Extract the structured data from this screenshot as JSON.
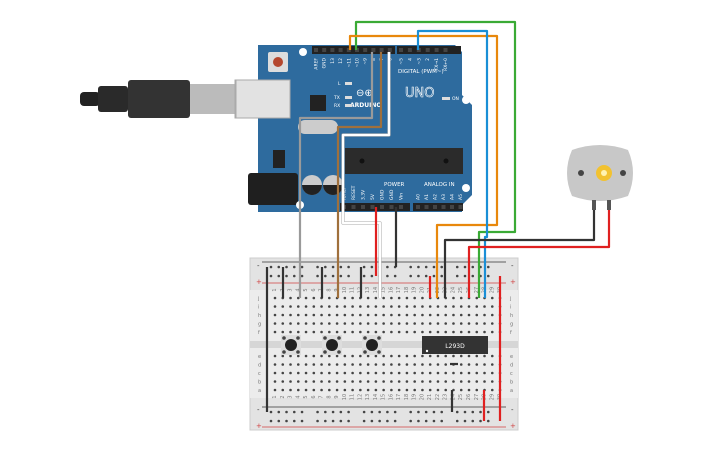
{
  "arduino": {
    "brand": "ARDUINO",
    "model": "UNO",
    "digital_label": "DIGITAL (PWM~)",
    "power_label": "POWER",
    "analog_label": "ANALOG IN",
    "led_labels": [
      "L",
      "TX",
      "RX",
      "ON"
    ],
    "digital_pins": [
      "AREF",
      "GND",
      "13",
      "12",
      "~11",
      "~10",
      "~9",
      "8",
      "7",
      "~6",
      "~5",
      "4",
      "~3",
      "2",
      "TX→1",
      "RX←0"
    ],
    "power_pins": [
      "IOREF",
      "RESET",
      "3.3V",
      "5V",
      "GND",
      "GND",
      "Vin"
    ],
    "analog_pins": [
      "A0",
      "A1",
      "A2",
      "A3",
      "A4",
      "A5"
    ],
    "board_color": "#2e6b9e"
  },
  "breadboard": {
    "row_letters_top": [
      "j",
      "i",
      "h",
      "g",
      "f"
    ],
    "row_letters_bottom": [
      "e",
      "d",
      "c",
      "b",
      "a"
    ],
    "columns": 30,
    "rail_plus": "+",
    "rail_minus": "-"
  },
  "chip": {
    "label": "L293D"
  },
  "wire_colors": {
    "green": "#3aaa35",
    "orange": "#e8880c",
    "blue": "#1a8fd6",
    "gray": "#9a9a9a",
    "brown": "#a0703c",
    "white": "#ffffff",
    "red": "#e02020",
    "black": "#333333"
  }
}
